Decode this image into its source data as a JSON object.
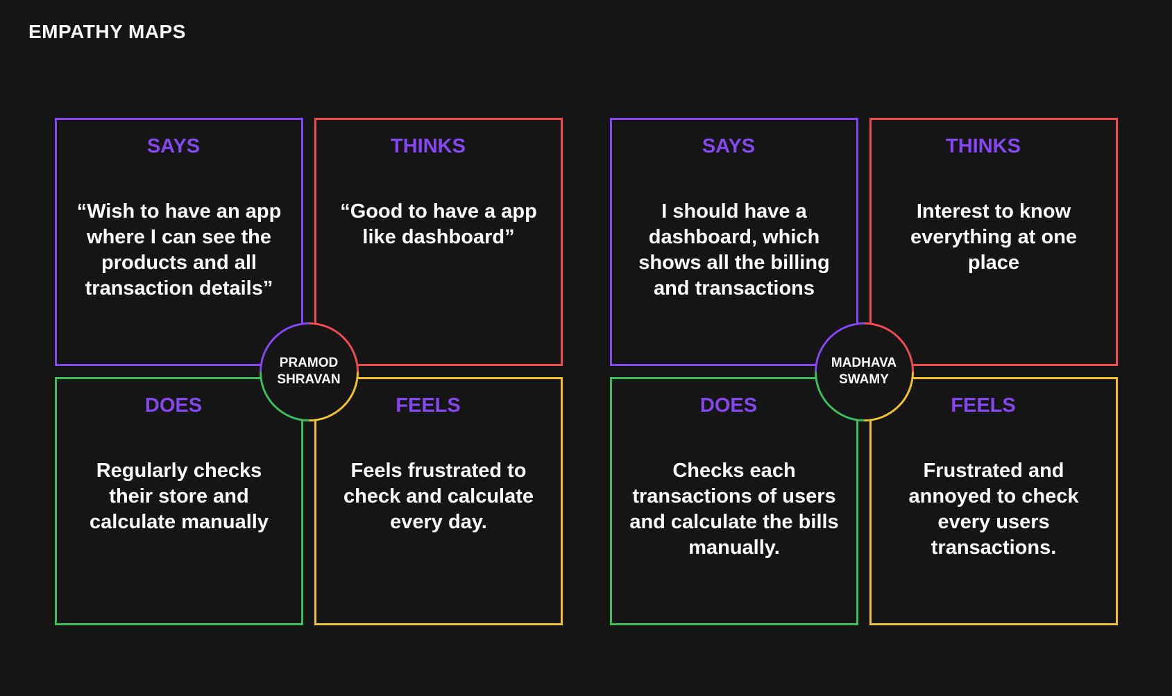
{
  "page_title": "EMPATHY MAPS",
  "colors": {
    "background": "#151515",
    "says": "#8447f0",
    "thinks": "#f04a4e",
    "does": "#3fbc5c",
    "feels": "#f2c22a",
    "heading": "#8447f0",
    "text": "#ffffff"
  },
  "maps": [
    {
      "persona": "PRAMOD\nSHRAVAN",
      "says": {
        "heading": "SAYS",
        "text": "“Wish to have an app where I can see the products and all transaction details”"
      },
      "thinks": {
        "heading": "THINKS",
        "text": "“Good to have a app like dashboard”"
      },
      "does": {
        "heading": "DOES",
        "text": "Regularly checks their store and calculate manually"
      },
      "feels": {
        "heading": "FEELS",
        "text": "Feels frustrated to check and calculate every day."
      }
    },
    {
      "persona": "MADHAVA\nSWAMY",
      "says": {
        "heading": "SAYS",
        "text": "I should have a dashboard, which shows all the billing and transactions"
      },
      "thinks": {
        "heading": "THINKS",
        "text": "Interest to know everything at one place"
      },
      "does": {
        "heading": "DOES",
        "text": "Checks each transactions of users and calculate the bills manually."
      },
      "feels": {
        "heading": "FEELS",
        "text": "Frustrated and annoyed to check every users transactions."
      }
    }
  ]
}
